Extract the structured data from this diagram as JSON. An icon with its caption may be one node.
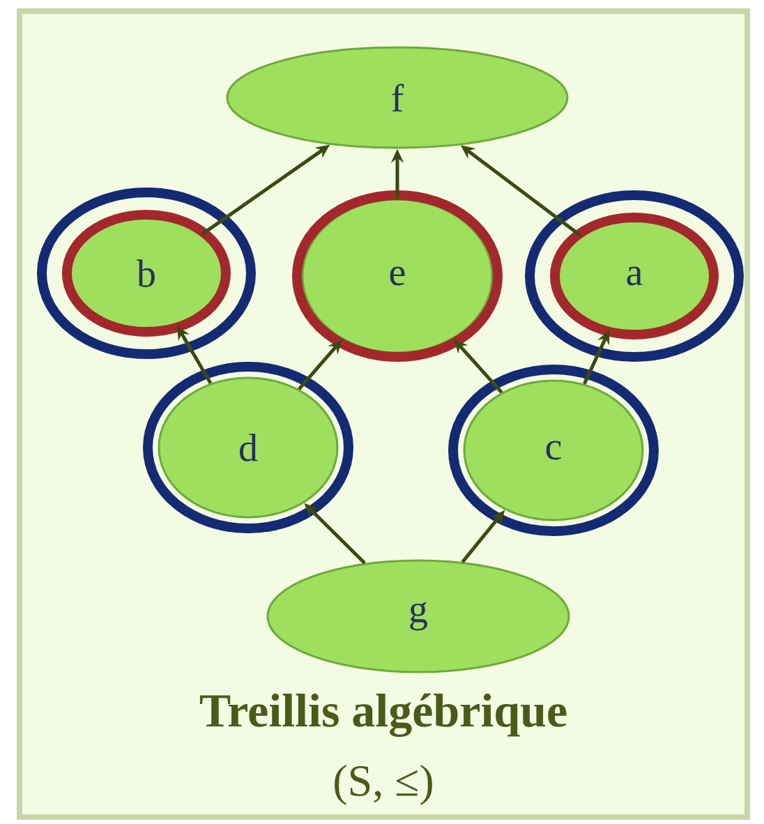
{
  "diagram": {
    "title": "Treillis algébrique",
    "caption": "(S, ≤)",
    "nodes": [
      {
        "text": [
          "f"
        ]
      },
      {
        "text": [
          "b"
        ]
      },
      {
        "text": [
          "e"
        ]
      },
      {
        "text": [
          "a"
        ]
      },
      {
        "text": [
          "d"
        ]
      },
      {
        "text": [
          "c"
        ]
      },
      {
        "text": [
          "g"
        ]
      }
    ],
    "edges": [
      {
        "from": 6,
        "to": 4,
        "arrow": "to"
      },
      {
        "from": 6,
        "to": 5,
        "arrow": "to"
      },
      {
        "from": 4,
        "to": 1,
        "arrow": "to"
      },
      {
        "from": 4,
        "to": 2,
        "arrow": "to"
      },
      {
        "from": 5,
        "to": 2,
        "arrow": "to"
      },
      {
        "from": 5,
        "to": 3,
        "arrow": "to"
      },
      {
        "from": 1,
        "to": 0,
        "arrow": "to"
      },
      {
        "from": 2,
        "to": 0,
        "arrow": "to"
      },
      {
        "from": 3,
        "to": 0,
        "arrow": "to"
      }
    ]
  }
}
